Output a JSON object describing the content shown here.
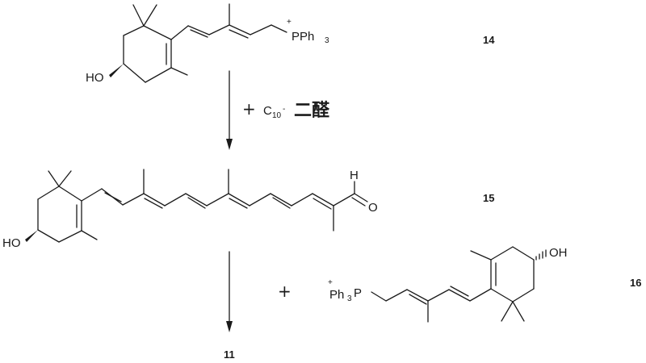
{
  "scheme": {
    "compounds": [
      {
        "id": "14",
        "label": "14",
        "description": "3-hydroxy-C15 triphenylphosphonium salt",
        "substituents": {
          "hydroxyl": "HO",
          "phosphonium": "PPh",
          "phosphonium_sub": "3",
          "charge": "+"
        }
      },
      {
        "id": "15",
        "label": "15",
        "description": "3-hydroxy apocarotenal",
        "substituents": {
          "hydroxyl": "HO",
          "aldehyde_h": "H",
          "aldehyde_o": "O"
        }
      },
      {
        "id": "16",
        "label": "16",
        "description": "3-hydroxy-C15 triphenylphosphonium salt (enantiomeric OH)",
        "substituents": {
          "hydroxyl": "OH",
          "phosphonium_prefix": "Ph",
          "phosphonium_sub": "3",
          "phosphonium_p": "P",
          "charge": "+"
        }
      },
      {
        "id": "11",
        "label": "11"
      }
    ],
    "steps": [
      {
        "from": "14",
        "to": "15",
        "reagent_plus": "+",
        "reagent_c": "C",
        "reagent_sub": "10",
        "reagent_charge": "-",
        "reagent_name": "二醛"
      },
      {
        "from": "15",
        "to": "11",
        "reagent_plus": "+",
        "reagent": "16"
      }
    ]
  }
}
